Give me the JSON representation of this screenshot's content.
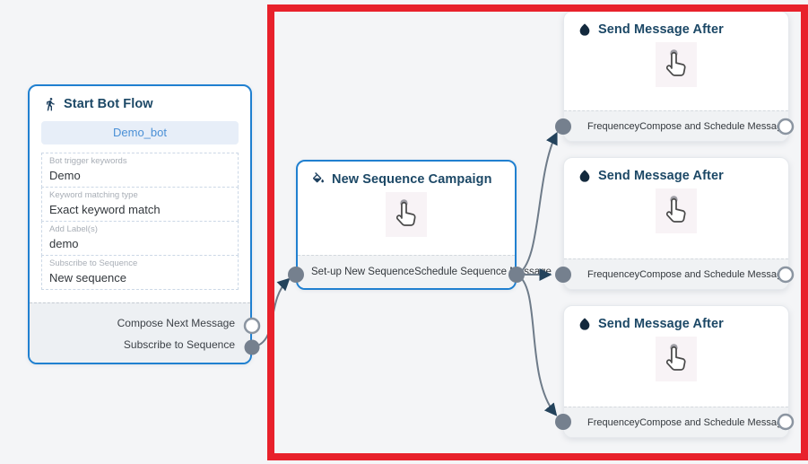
{
  "highlight": {
    "color": "#e8212b"
  },
  "colors": {
    "node_border_selected": "#2080d0",
    "title_text": "#1c4866",
    "wire": "#6e7b89",
    "arrowhead": "#24435c",
    "port_fill": "#75808e",
    "canvas_bg": "#f4f5f7"
  },
  "nodes": {
    "start_bot_flow": {
      "icon": "walking-person-icon",
      "title": "Start Bot Flow",
      "bot_button_label": "Demo_bot",
      "fields": [
        {
          "label": "Bot trigger keywords",
          "value": "Demo"
        },
        {
          "label": "Keyword matching type",
          "value": "Exact keyword match"
        },
        {
          "label": "Add Label(s)",
          "value": "demo"
        },
        {
          "label": "Subscribe to Sequence",
          "value": "New sequence"
        }
      ],
      "outputs": [
        {
          "label": "Compose Next Message",
          "connected": false
        },
        {
          "label": "Subscribe to Sequence",
          "connected": true
        }
      ]
    },
    "new_sequence_campaign": {
      "icon": "paint-bucket-icon",
      "title": "New Sequence Campaign",
      "center_icon": "hand-cursor-icon",
      "left_port_label": "Set-up New Sequence",
      "right_port_label": "Schedule Sequence Message"
    },
    "send_message_after": [
      {
        "icon": "water-drop-icon",
        "title": "Send Message After",
        "center_icon": "hand-cursor-icon",
        "input_label": "Frequencey",
        "output_label": "Compose and Schedule Message"
      },
      {
        "icon": "water-drop-icon",
        "title": "Send Message After",
        "center_icon": "hand-cursor-icon",
        "input_label": "Frequencey",
        "output_label": "Compose and Schedule Message"
      },
      {
        "icon": "water-drop-icon",
        "title": "Send Message After",
        "center_icon": "hand-cursor-icon",
        "input_label": "Frequencey",
        "output_label": "Compose and Schedule Message"
      }
    ]
  }
}
